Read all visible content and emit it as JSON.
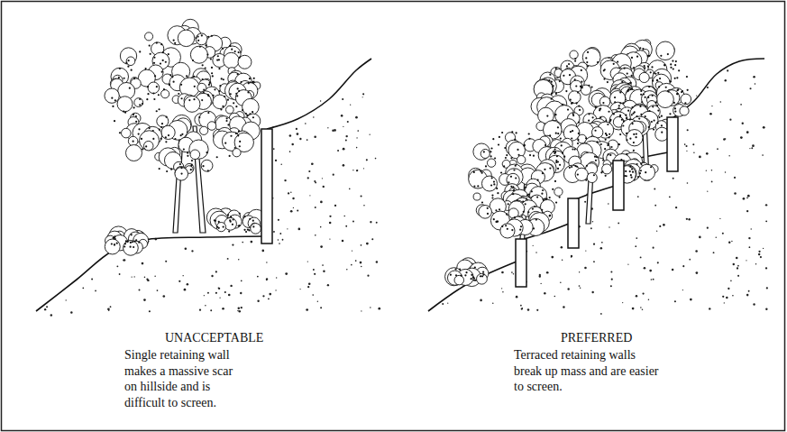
{
  "diagram": {
    "labels": [
      "UNACCEPTABLE",
      "Single retaining wall makes a massive scar on hillside and is difficult to screen.",
      "PREFERRED",
      "Terraced retaining walls break up mass and are easier to screen."
    ]
  }
}
